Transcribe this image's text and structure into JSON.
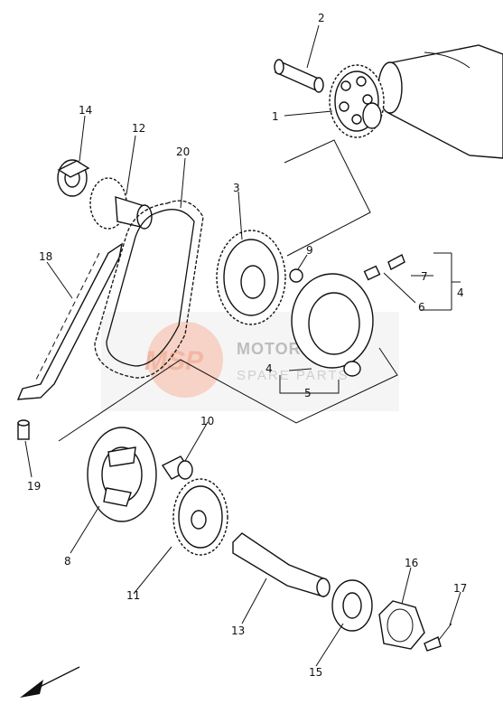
{
  "diagram": {
    "callouts": {
      "p1": "1",
      "p2": "2",
      "p3": "3",
      "p4a": "4",
      "p4b": "4",
      "p5": "5",
      "p6": "6",
      "p7": "7",
      "p8": "8",
      "p9": "9",
      "p10": "10",
      "p11": "11",
      "p12": "12",
      "p13": "13",
      "p14": "14",
      "p15": "15",
      "p16": "16",
      "p17": "17",
      "p18": "18",
      "p19": "19",
      "p20": "20"
    },
    "watermark": {
      "logo": "MSP",
      "line1": "MOTORCYCLE",
      "line2": "SPARE PARTS",
      "logo_color": "#f08a66",
      "text_color": "#bdbdbd"
    }
  }
}
